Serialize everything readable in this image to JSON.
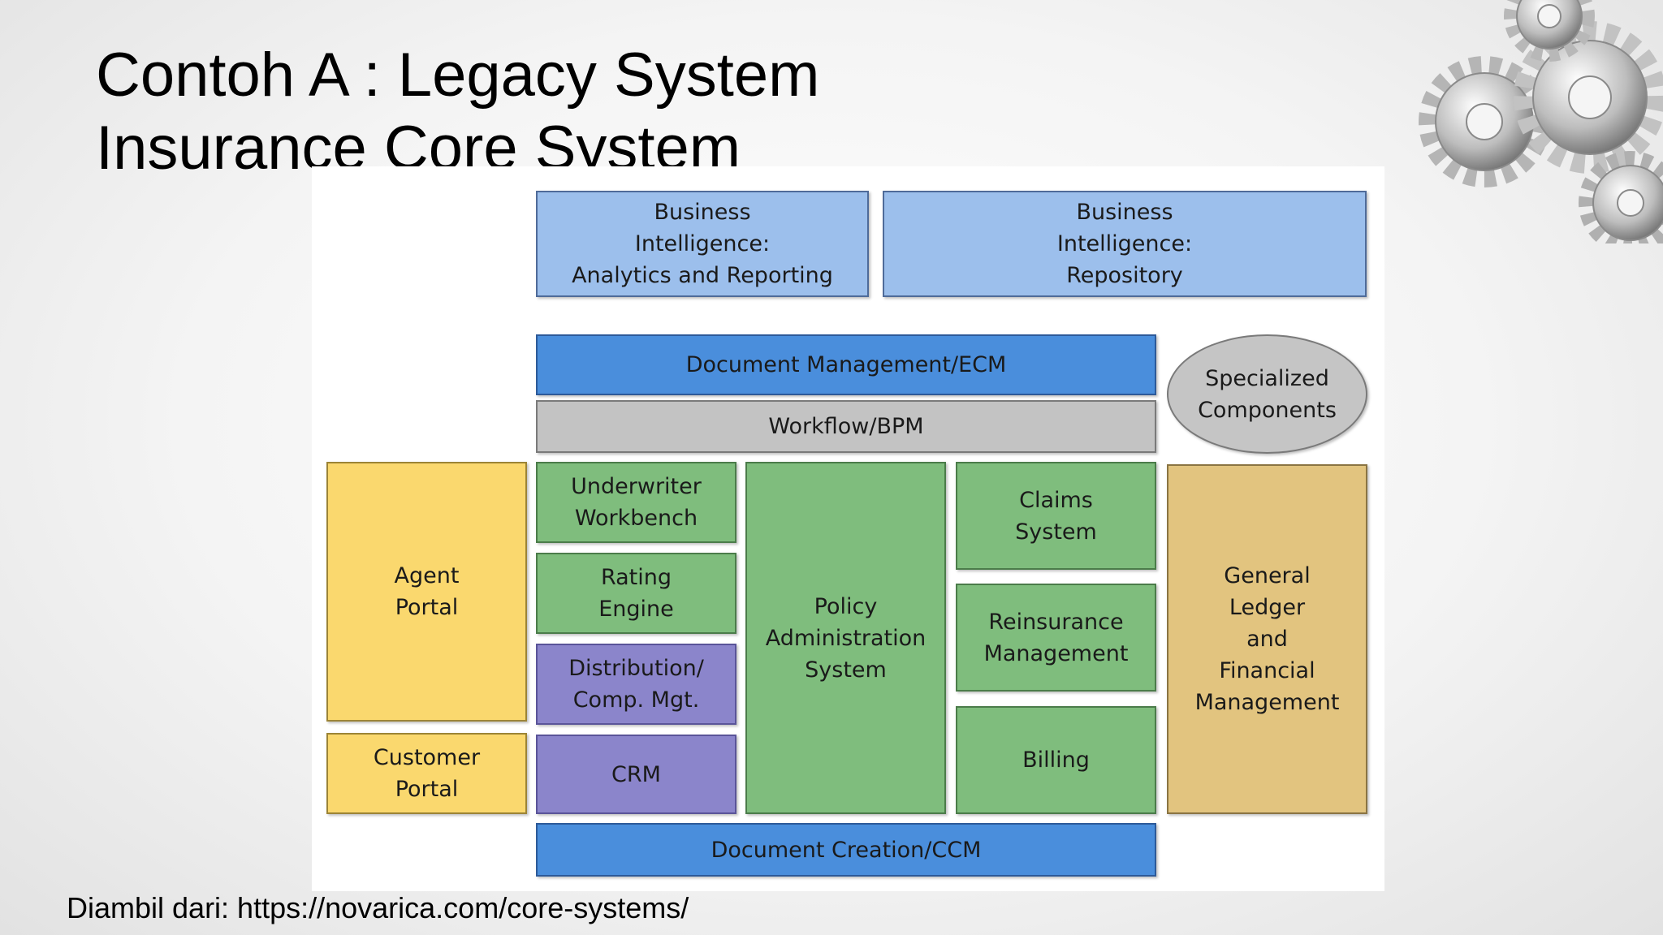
{
  "slide": {
    "title_line1": "Contoh A : Legacy System",
    "title_line2": "Insurance Core System",
    "source": "Diambil dari: https://novarica.com/core-systems/"
  },
  "diagram": {
    "bi_analytics": "Business\nIntelligence:\nAnalytics and Reporting",
    "bi_repository": "Business\nIntelligence:\nRepository",
    "document_management": "Document Management/ECM",
    "workflow": "Workflow/BPM",
    "specialized_components": "Specialized\nComponents",
    "agent_portal": "Agent\nPortal",
    "customer_portal": "Customer\nPortal",
    "underwriter_workbench": "Underwriter\nWorkbench",
    "rating_engine": "Rating\nEngine",
    "distribution": "Distribution/\nComp. Mgt.",
    "crm": "CRM",
    "policy_administration": "Policy\nAdministration\nSystem",
    "claims_system": "Claims\nSystem",
    "reinsurance": "Reinsurance\nManagement",
    "billing": "Billing",
    "general_ledger": "General\nLedger\nand\nFinancial\nManagement",
    "document_creation": "Document Creation/CCM"
  }
}
